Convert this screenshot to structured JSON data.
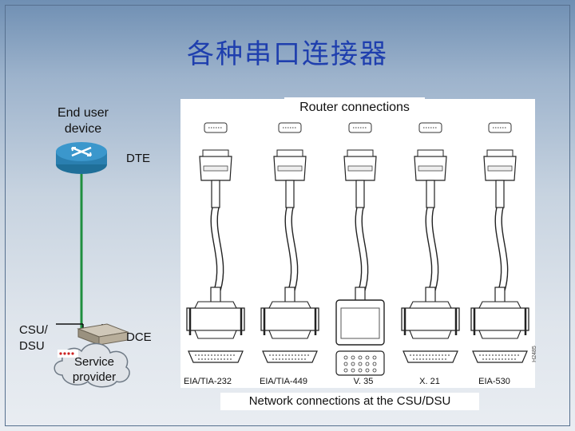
{
  "slide": {
    "title": "各种串口连接器"
  },
  "left_diagram": {
    "end_user_device": "End user device",
    "end_user_line1": "End user",
    "end_user_line2": "device",
    "dte": "DTE",
    "csu_dsu_line1": "CSU/",
    "csu_dsu_line2": "DSU",
    "dce": "DCE",
    "service_provider_line1": "Service",
    "service_provider_line2": "provider"
  },
  "panel": {
    "router_connections": "Router connections",
    "network_connections": "Network connections at the CSU/DSU",
    "figure_code": "H2485",
    "cables": [
      {
        "label": "EIA/TIA-232"
      },
      {
        "label": "EIA/TIA-449"
      },
      {
        "label": "V. 35"
      },
      {
        "label": "X. 21"
      },
      {
        "label": "EIA-530"
      }
    ]
  },
  "colors": {
    "title": "#1f3fae",
    "router_icon": "#2a7fb0",
    "line": "#1f8f3f"
  }
}
